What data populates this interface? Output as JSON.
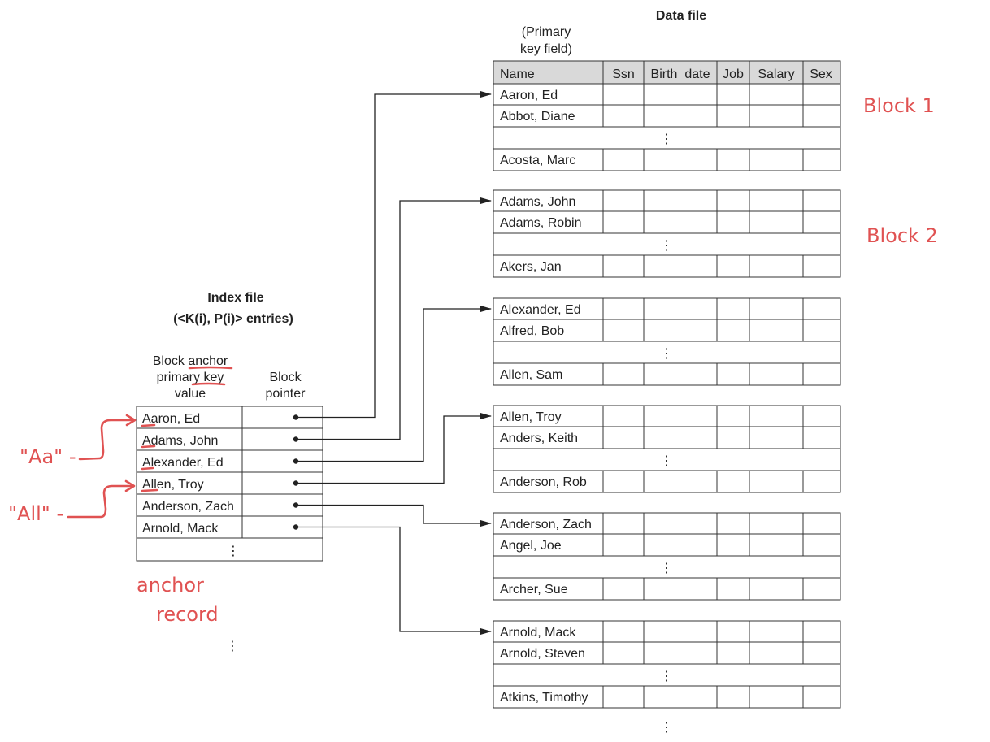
{
  "data_file": {
    "title": "Data file",
    "key_note_line1": "(Primary",
    "key_note_line2": "key field)",
    "columns": [
      "Name",
      "Ssn",
      "Birth_date",
      "Job",
      "Salary",
      "Sex"
    ],
    "blocks": [
      {
        "rows": [
          "Aaron, Ed",
          "Abbot, Diane",
          "Acosta, Marc"
        ]
      },
      {
        "rows": [
          "Adams, John",
          "Adams, Robin",
          "Akers, Jan"
        ]
      },
      {
        "rows": [
          "Alexander, Ed",
          "Alfred, Bob",
          "Allen, Sam"
        ]
      },
      {
        "rows": [
          "Allen, Troy",
          "Anders, Keith",
          "Anderson, Rob"
        ]
      },
      {
        "rows": [
          "Anderson, Zach",
          "Angel, Joe",
          "Archer, Sue"
        ]
      },
      {
        "rows": [
          "Arnold, Mack",
          "Arnold, Steven",
          "Atkins, Timothy"
        ]
      }
    ]
  },
  "index_file": {
    "title": "Index file",
    "subtitle": "(<K(i), P(i)> entries)",
    "col1_header": [
      "Block anchor",
      "primary key",
      "value"
    ],
    "col2_header": [
      "Block",
      "pointer"
    ],
    "entries": [
      "Aaron, Ed",
      "Adams, John",
      "Alexander, Ed",
      "Allen, Troy",
      "Anderson, Zach",
      "Arnold, Mack"
    ]
  },
  "annotations": {
    "block1": "Block 1",
    "block2": "Block 2",
    "aa": "\"Aa\" -",
    "all": "\"All\" -",
    "anchor": "anchor",
    "record": "record"
  },
  "ellipsis": "⋮"
}
